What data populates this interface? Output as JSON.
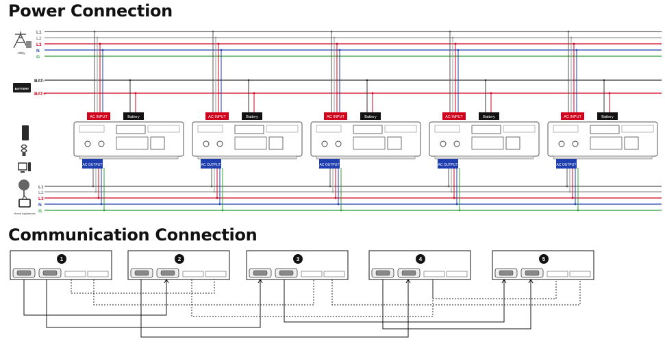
{
  "sections": {
    "power_title": "Power Connection",
    "comm_title": "Communication Connection"
  },
  "utility": {
    "label": "Utility",
    "lines": [
      "L1",
      "L2",
      "L3",
      "N",
      "G"
    ]
  },
  "battery": {
    "label": "BATTERY",
    "neg": "BAT-",
    "pos": "BAT+"
  },
  "output_bus": {
    "label": "Home Appliances",
    "lines": [
      "L1",
      "L2",
      "L3",
      "N",
      "G"
    ]
  },
  "inverter_labels": {
    "ac_input": "AC INPUT",
    "battery": "Battery",
    "ac_output": "AC OUTPUT"
  },
  "units": [
    "1",
    "2",
    "3",
    "4",
    "5"
  ],
  "colors": {
    "L1": "#555555",
    "L2": "#999999",
    "L3": "#d0021b",
    "N": "#1f3fae",
    "G": "#2e9e3a",
    "bat_neg": "#333333",
    "bat_pos": "#d0021b",
    "ac_tag": "#d0021b",
    "bat_tag": "#111111",
    "out_tag": "#1f3fae"
  },
  "appliance_icons": [
    "fridge-icon",
    "bulb-icon",
    "computer-icon",
    "fan-icon",
    "tv-icon"
  ]
}
